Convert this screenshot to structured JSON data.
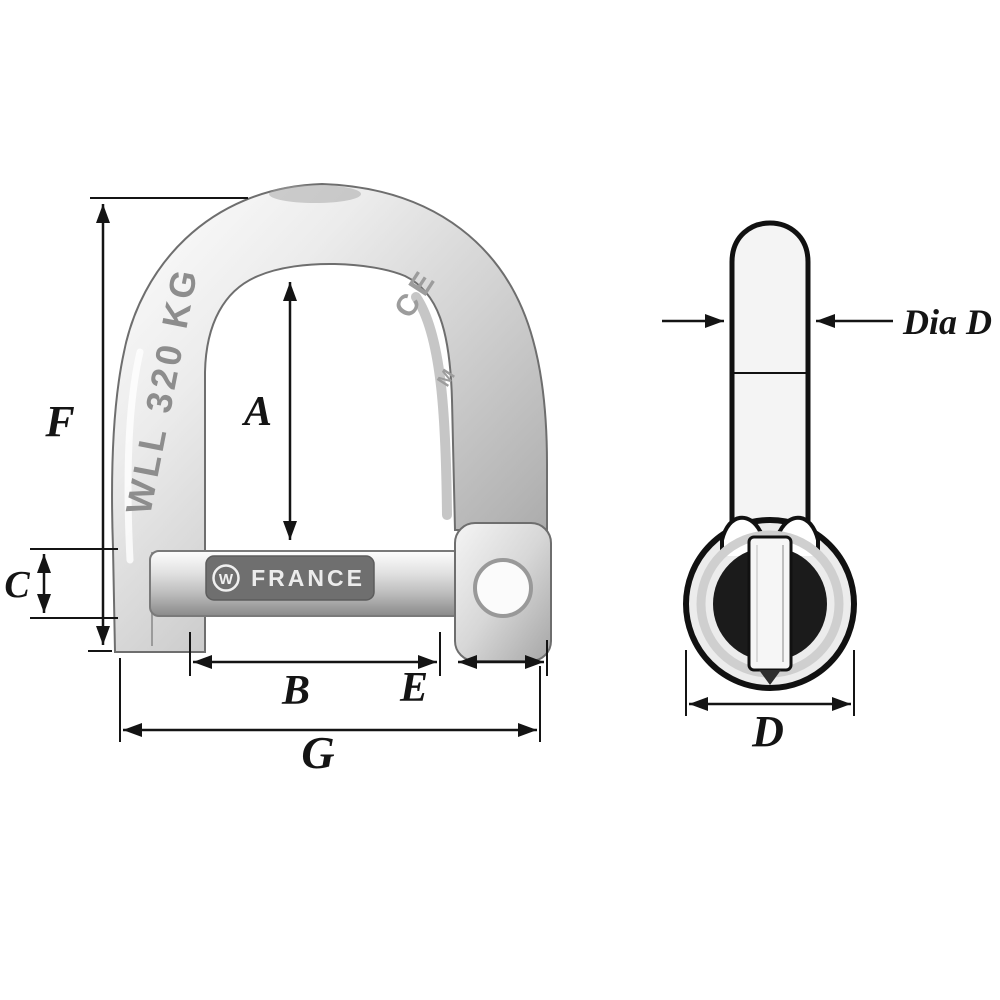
{
  "diagram": {
    "dimension_labels": {
      "F": "F",
      "A": "A",
      "C": "C",
      "B": "B",
      "E": "E",
      "G": "G",
      "D": "D",
      "DiaD": "Dia D"
    },
    "engravings": {
      "wll": "WLL 320 KG",
      "ce": "CE",
      "size_mark": "M",
      "pin_logo": "W",
      "pin_brand": "FRANCE"
    },
    "colors": {
      "background": "#ffffff",
      "line": "#141414",
      "outline": "#111111",
      "metal_light": "#f8f8f8",
      "metal_mid": "#c6c6c6",
      "metal_dark": "#8f8f8f",
      "engraving": "#8d8d8d",
      "hole_dark": "#1b1b1b"
    }
  }
}
